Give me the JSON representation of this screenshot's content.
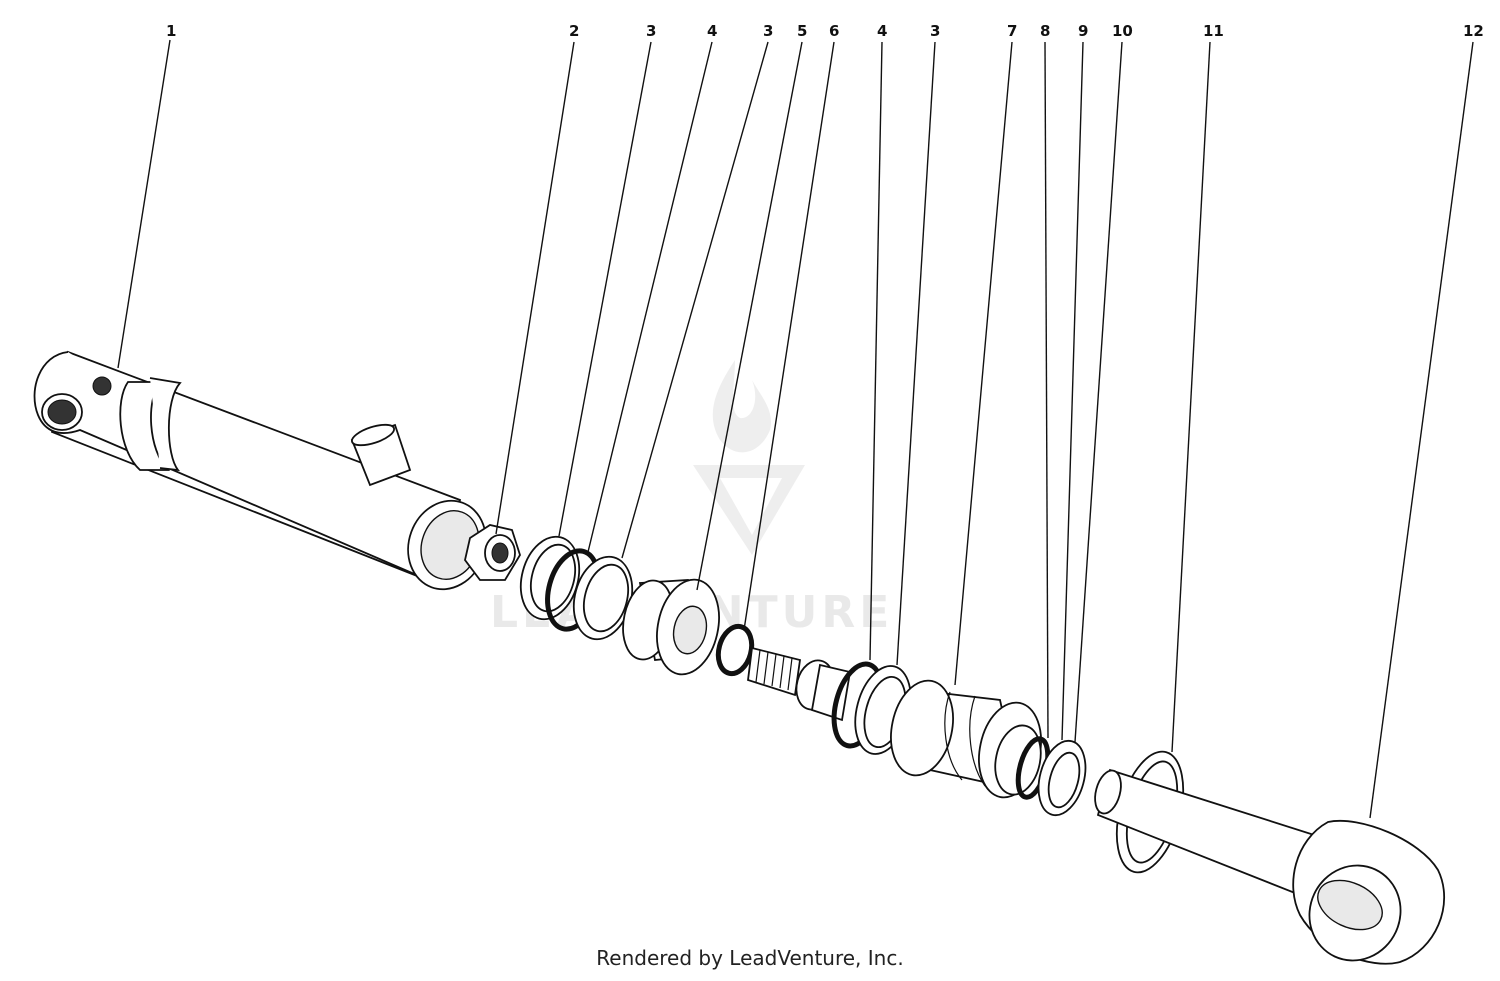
{
  "diagram": {
    "callouts": [
      "1",
      "2",
      "3",
      "4",
      "3",
      "5",
      "6",
      "4",
      "3",
      "7",
      "8",
      "9",
      "10",
      "11",
      "12"
    ],
    "watermark": "LEADVENTURE"
  },
  "footer": {
    "credit": "Rendered by LeadVenture, Inc."
  }
}
